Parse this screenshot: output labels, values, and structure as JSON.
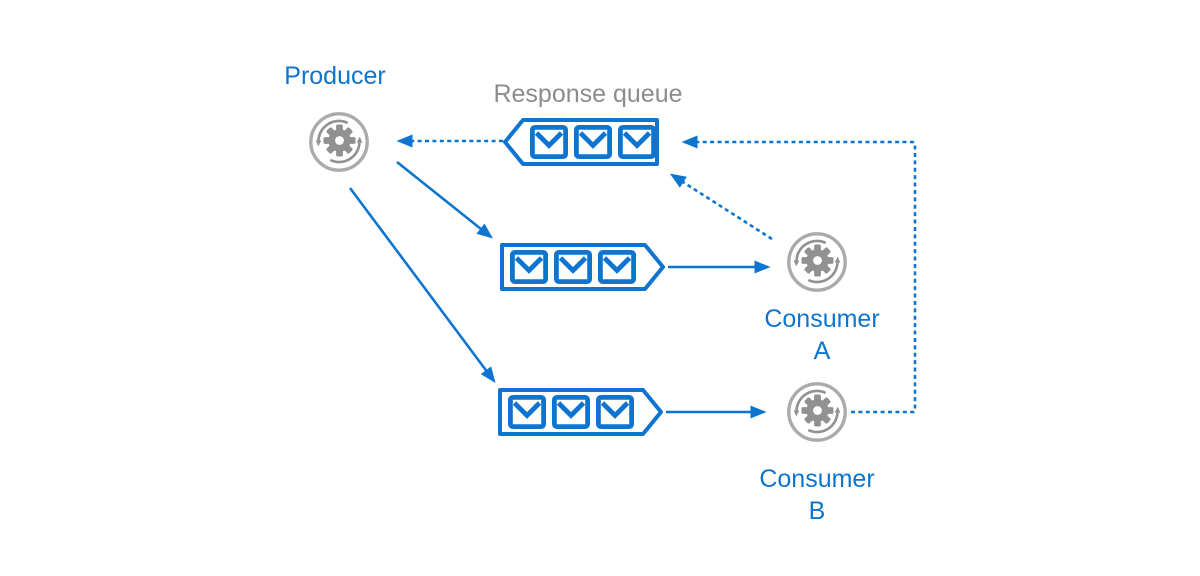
{
  "colors": {
    "accent_blue": "#0d75cf",
    "label_gray": "#8c8c8c",
    "icon_gray": "#919191",
    "icon_ring_gray": "#ababab"
  },
  "nodes": {
    "producer": {
      "label": "Producer",
      "icon": "gear-sync-icon"
    },
    "response_queue": {
      "label": "Response queue",
      "icon": "message-queue-icon",
      "messages": 3,
      "direction": "left"
    },
    "request_queue_a": {
      "icon": "message-queue-icon",
      "messages": 3,
      "direction": "right"
    },
    "request_queue_b": {
      "icon": "message-queue-icon",
      "messages": 3,
      "direction": "right"
    },
    "consumer_a": {
      "label": "Consumer",
      "sublabel": "A",
      "icon": "gear-sync-icon"
    },
    "consumer_b": {
      "label": "Consumer",
      "sublabel": "B",
      "icon": "gear-sync-icon"
    }
  },
  "edges": [
    {
      "from": "producer",
      "to": "request_queue_a",
      "style": "solid"
    },
    {
      "from": "producer",
      "to": "request_queue_b",
      "style": "solid"
    },
    {
      "from": "request_queue_a",
      "to": "consumer_a",
      "style": "solid"
    },
    {
      "from": "request_queue_b",
      "to": "consumer_b",
      "style": "solid"
    },
    {
      "from": "response_queue",
      "to": "producer",
      "style": "dashed"
    },
    {
      "from": "consumer_a",
      "to": "response_queue",
      "style": "dashed"
    },
    {
      "from": "consumer_b",
      "to": "response_queue",
      "style": "dashed"
    }
  ]
}
